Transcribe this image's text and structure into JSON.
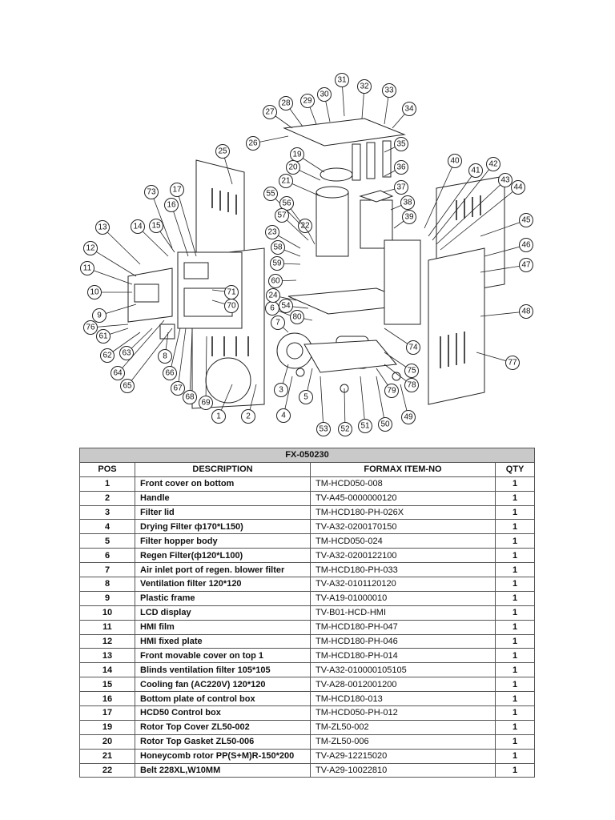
{
  "table": {
    "title": "FX-050230",
    "headers": [
      "POS",
      "DESCRIPTION",
      "FORMAX ITEM-NO",
      "QTY"
    ],
    "rows": [
      {
        "pos": "1",
        "desc": "Front cover on bottom",
        "item": "TM-HCD050-008",
        "qty": "1"
      },
      {
        "pos": "2",
        "desc": "Handle",
        "item": "TV-A45-0000000120",
        "qty": "1"
      },
      {
        "pos": "3",
        "desc": "Filter lid",
        "item": "TM-HCD180-PH-026X",
        "qty": "1"
      },
      {
        "pos": "4",
        "desc": "Drying Filter ф170*L150)",
        "item": "TV-A32-0200170150",
        "qty": "1"
      },
      {
        "pos": "5",
        "desc": "Filter hopper body",
        "item": "TM-HCD050-024",
        "qty": "1"
      },
      {
        "pos": "6",
        "desc": "Regen Filter(ф120*L100)",
        "item": "TV-A32-0200122100",
        "qty": "1"
      },
      {
        "pos": "7",
        "desc": "Air inlet port of regen. blower filter",
        "item": "TM-HCD180-PH-033",
        "qty": "1"
      },
      {
        "pos": "8",
        "desc": "Ventilation filter 120*120",
        "item": "TV-A32-0101120120",
        "qty": "1"
      },
      {
        "pos": "9",
        "desc": "Plastic frame",
        "item": "TV-A19-01000010",
        "qty": "1"
      },
      {
        "pos": "10",
        "desc": "LCD display",
        "item": "TV-B01-HCD-HMI",
        "qty": "1"
      },
      {
        "pos": "11",
        "desc": "HMI film",
        "item": "TM-HCD180-PH-047",
        "qty": "1"
      },
      {
        "pos": "12",
        "desc": "HMI fixed plate",
        "item": "TM-HCD180-PH-046",
        "qty": "1"
      },
      {
        "pos": "13",
        "desc": "Front movable cover on top 1",
        "item": "TM-HCD180-PH-014",
        "qty": "1"
      },
      {
        "pos": "14",
        "desc": "Blinds ventilation filter 105*105",
        "item": "TV-A32-010000105105",
        "qty": "1"
      },
      {
        "pos": "15",
        "desc": "Cooling fan (AC220V) 120*120",
        "item": "TV-A28-0012001200",
        "qty": "1"
      },
      {
        "pos": "16",
        "desc": "Bottom plate of control box",
        "item": "TM-HCD180-013",
        "qty": "1"
      },
      {
        "pos": "17",
        "desc": "HCD50 Control box",
        "item": "TM-HCD050-PH-012",
        "qty": "1"
      },
      {
        "pos": "19",
        "desc": "Rotor Top Cover ZL50-002",
        "item": "TM-ZL50-002",
        "qty": "1"
      },
      {
        "pos": "20",
        "desc": "Rotor Top Gasket ZL50-006",
        "item": "TM-ZL50-006",
        "qty": "1"
      },
      {
        "pos": "21",
        "desc": "Honeycomb rotor PP(S+M)R-150*200",
        "item": "TV-A29-12215020",
        "qty": "1"
      },
      {
        "pos": "22",
        "desc": "Belt 228XL,W10MM",
        "item": "TV-A29-10022810",
        "qty": "1"
      }
    ]
  },
  "diagram": {
    "callouts": [
      "1",
      "2",
      "3",
      "4",
      "5",
      "6",
      "7",
      "8",
      "9",
      "10",
      "11",
      "12",
      "13",
      "14",
      "15",
      "16",
      "17",
      "19",
      "20",
      "21",
      "22",
      "23",
      "24",
      "25",
      "26",
      "27",
      "28",
      "29",
      "30",
      "31",
      "32",
      "33",
      "34",
      "35",
      "36",
      "37",
      "38",
      "39",
      "40",
      "41",
      "42",
      "43",
      "44",
      "45",
      "46",
      "47",
      "48",
      "49",
      "50",
      "51",
      "52",
      "53",
      "54",
      "55",
      "56",
      "57",
      "58",
      "59",
      "60",
      "61",
      "62",
      "63",
      "64",
      "65",
      "66",
      "67",
      "68",
      "69",
      "70",
      "71",
      "73",
      "74",
      "75",
      "76",
      "77",
      "78",
      "79",
      "80"
    ]
  }
}
